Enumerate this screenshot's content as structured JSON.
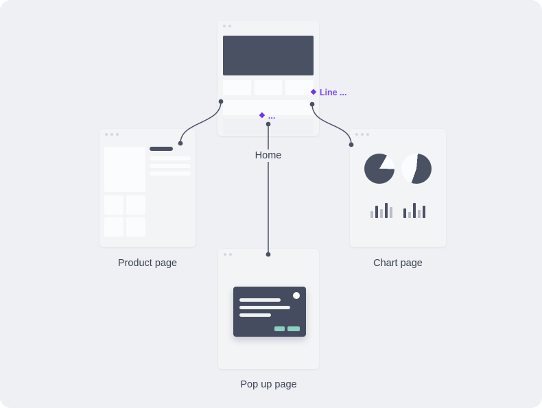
{
  "canvas": {
    "background": "#eef0f4"
  },
  "palette": {
    "slate": "#4a5163",
    "window": "#f3f4f6",
    "block_light": "#fbfcfe",
    "teal_button": "#8ecfbf",
    "purple_text": "#7c4af7",
    "purple_icon": "#6d30e8",
    "label_text": "#394050",
    "connector": "#4a5163"
  },
  "nodes": {
    "home": {
      "label": "Home"
    },
    "product": {
      "label": "Product page"
    },
    "chart": {
      "label": "Chart page"
    },
    "popup": {
      "label": "Pop up page"
    }
  },
  "connector_labels": {
    "line": {
      "glyph": "❖",
      "text": "Line ..."
    },
    "dots": {
      "glyph": "❖",
      "text": "..."
    }
  }
}
